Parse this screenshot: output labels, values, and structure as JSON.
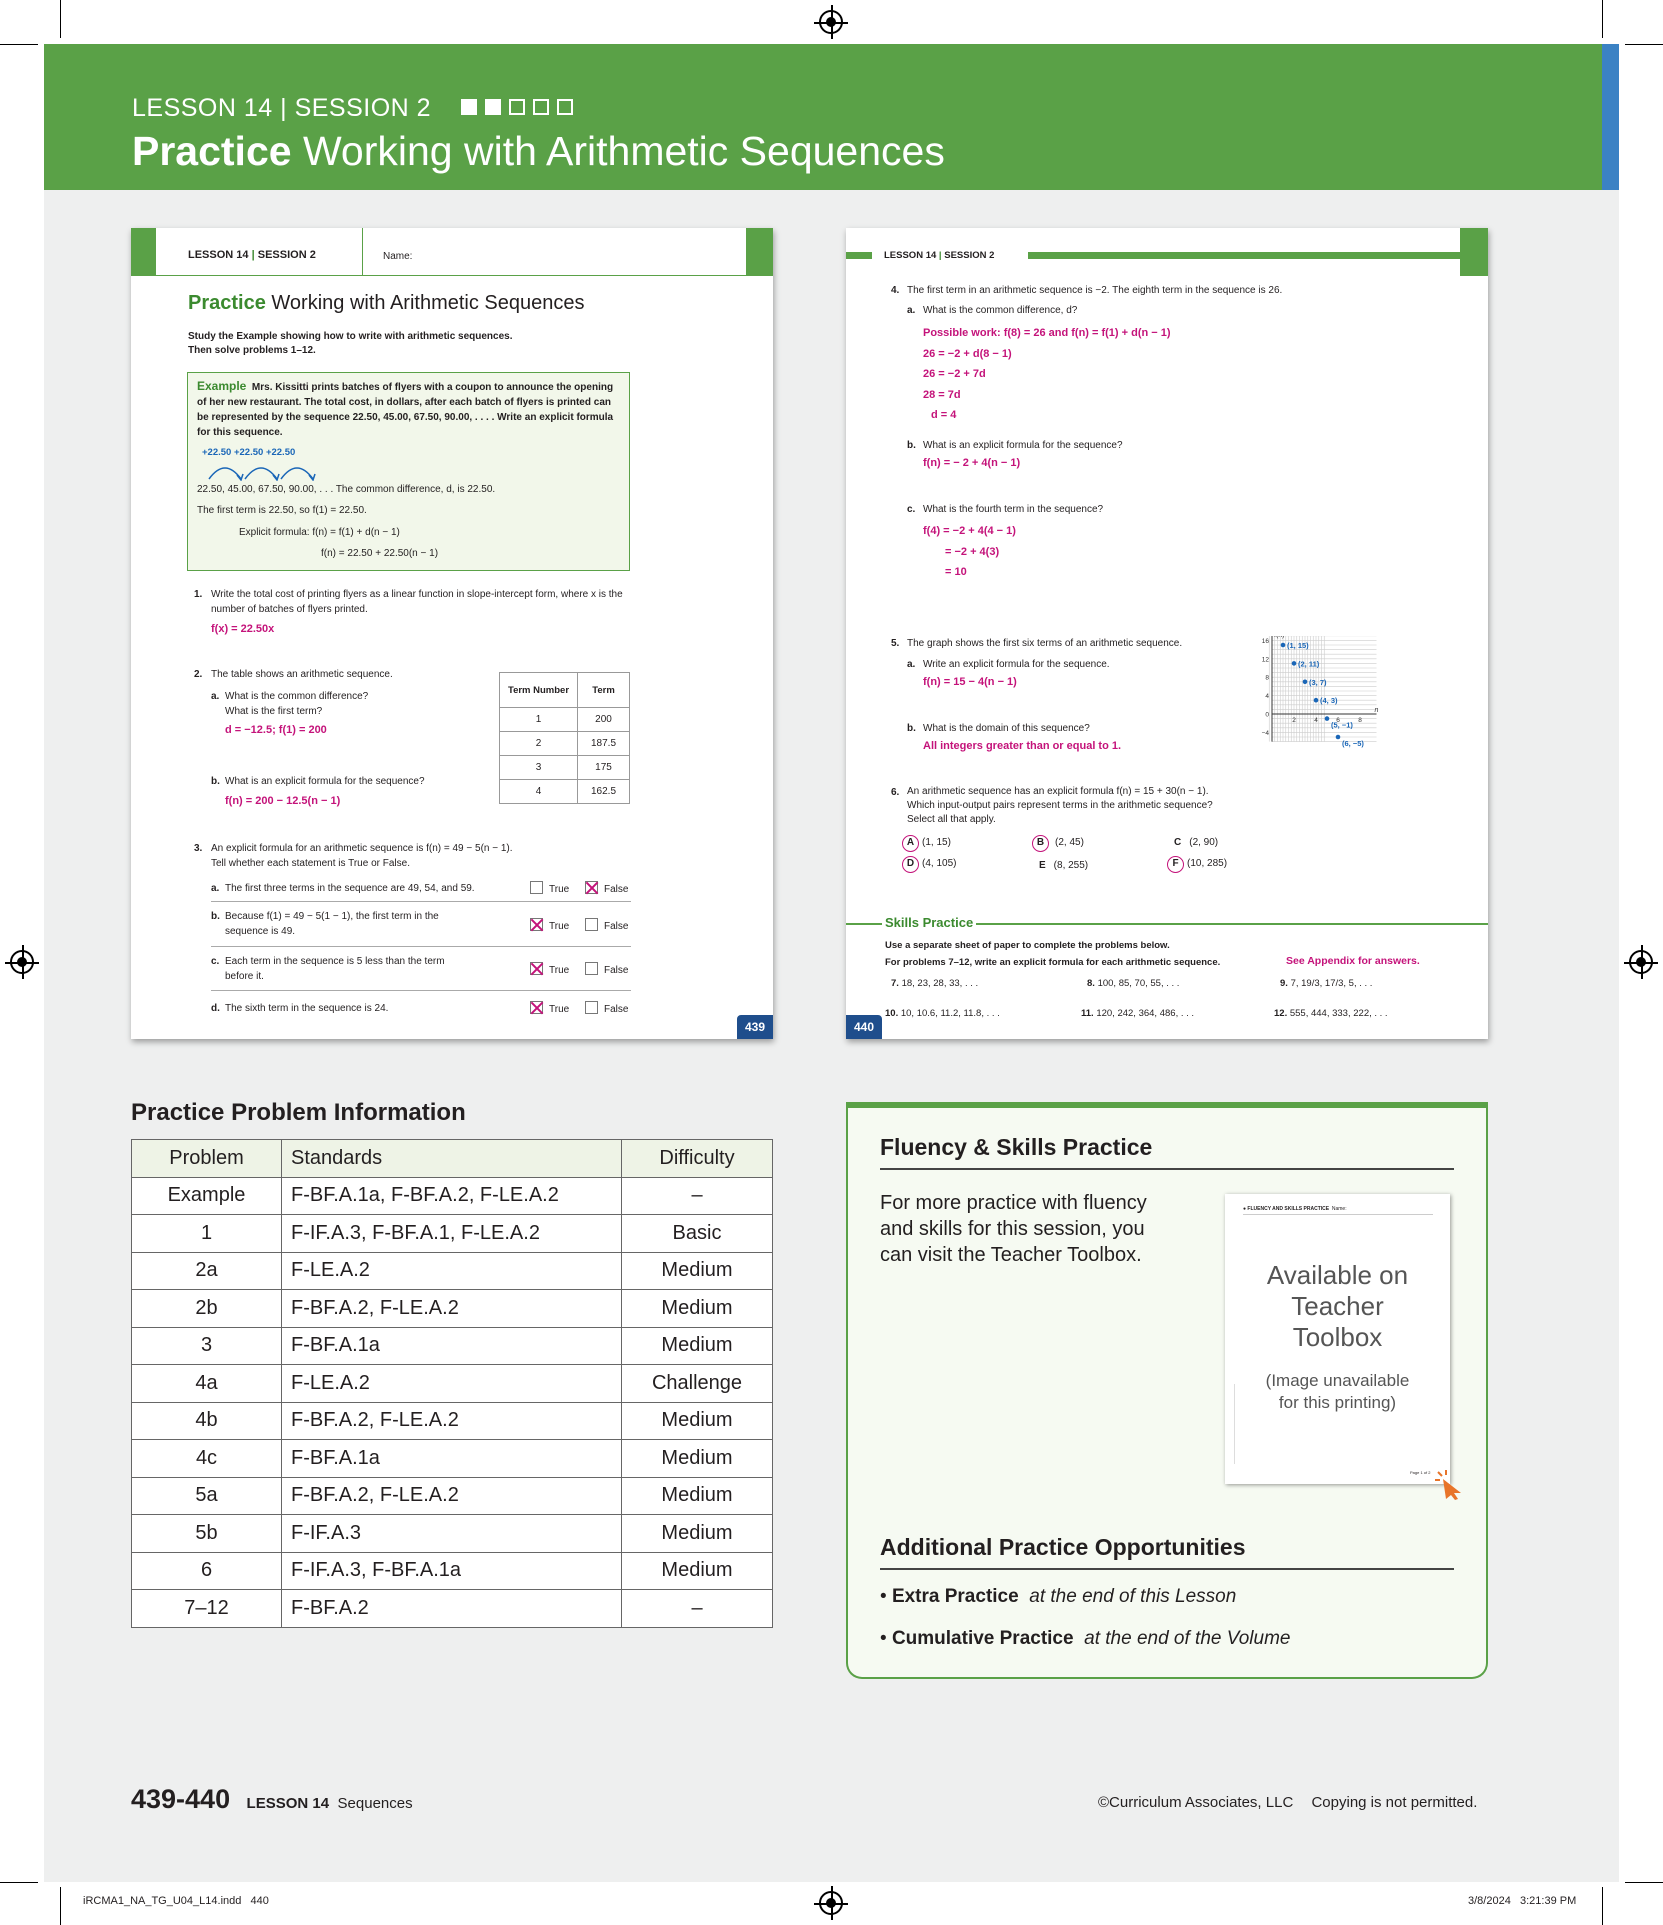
{
  "banner": {
    "lesson": "LESSON 14",
    "session": "SESSION 2",
    "title_bold": "Practice",
    "title_rest": "Working with Arithmetic Sequences"
  },
  "page_left": {
    "header_lesson": "LESSON 14",
    "header_session": "SESSION 2",
    "name_label": "Name:",
    "title_bold": "Practice",
    "title_rest": "Working with Arithmetic Sequences",
    "instructions_line1": "Study the Example showing how to write with arithmetic sequences.",
    "instructions_line2": "Then solve problems 1–12.",
    "example_label": "Example",
    "example_text": "Mrs. Kissitti prints batches of flyers with a coupon to announce the opening of her new restaurant. The total cost, in dollars, after each batch of flyers is printed can be represented by the sequence 22.50, 45.00, 67.50, 90.00, . . . . Write an explicit formula for this sequence.",
    "example_diffs": [
      "+22.50",
      "+22.50",
      "+22.50"
    ],
    "example_sequence": "22.50,  45.00,  67.50,  90.00, . . .  The common difference, d, is 22.50.",
    "example_first": "The first term is 22.50, so f(1) = 22.50.",
    "example_formula1": "Explicit formula: f(n) = f(1) + d(n − 1)",
    "example_formula2": "f(n) = 22.50 + 22.50(n − 1)",
    "p1_num": "1.",
    "p1_text": "Write the total cost of printing flyers as a linear function in slope-intercept form, where x is the number of batches of flyers printed.",
    "p1_answer": "f(x) = 22.50x",
    "p2_num": "2.",
    "p2_text": "The table shows an arithmetic sequence.",
    "p2a_label": "a.",
    "p2a_q1": "What is the common difference?",
    "p2a_q2": "What is the first term?",
    "p2a_answer": "d = −12.5; f(1) = 200",
    "p2b_label": "b.",
    "p2b_q": "What is an explicit formula for the sequence?",
    "p2b_answer": "f(n) = 200 − 12.5(n − 1)",
    "p2_table_headers": [
      "Term Number",
      "Term"
    ],
    "p2_table_rows": [
      [
        "1",
        "200"
      ],
      [
        "2",
        "187.5"
      ],
      [
        "3",
        "175"
      ],
      [
        "4",
        "162.5"
      ]
    ],
    "p3_num": "3.",
    "p3_text1": "An explicit formula for an arithmetic sequence is f(n) = 49 − 5(n − 1).",
    "p3_text2": "Tell whether each statement is True or False.",
    "p3_items": [
      {
        "label": "a.",
        "text": "The first three terms in the sequence are 49, 54, and 59.",
        "choice": "False"
      },
      {
        "label": "b.",
        "text": "Because f(1) = 49 − 5(1 − 1), the first term in the sequence is 49.",
        "choice": "True"
      },
      {
        "label": "c.",
        "text": "Each term in the sequence is 5 less than the term before it.",
        "choice": "True"
      },
      {
        "label": "d.",
        "text": "The sixth term in the sequence is 24.",
        "choice": "True"
      }
    ],
    "true_label": "True",
    "false_label": "False",
    "page_number": "439"
  },
  "page_right": {
    "header_lesson": "LESSON 14",
    "header_session": "SESSION 2",
    "p4_num": "4.",
    "p4_text": "The first term in an arithmetic sequence is −2. The eighth term in the sequence is 26.",
    "p4a_label": "a.",
    "p4a_q": "What is the common difference, d?",
    "p4a_work": [
      "Possible work: f(8) = 26 and f(n) = f(1) + d(n − 1)",
      "26 = −2 + d(8 − 1)",
      "26 = −2 + 7d",
      "28 = 7d",
      "d = 4"
    ],
    "p4b_label": "b.",
    "p4b_q": "What is an explicit formula for the sequence?",
    "p4b_answer": "f(n) = − 2 + 4(n − 1)",
    "p4c_label": "c.",
    "p4c_q": "What is the fourth term in the sequence?",
    "p4c_work": [
      "f(4) = −2 + 4(4 − 1)",
      "= −2 + 4(3)",
      "= 10"
    ],
    "p5_num": "5.",
    "p5_text": "The graph shows the first six terms of an arithmetic sequence.",
    "p5a_label": "a.",
    "p5a_q": "Write an explicit formula for the sequence.",
    "p5a_answer": "f(n) = 15 − 4(n − 1)",
    "p5b_label": "b.",
    "p5b_q": "What is the domain of this sequence?",
    "p5b_answer": "All integers greater than or equal to 1.",
    "graph": {
      "y_label": "f(n)",
      "x_label": "n",
      "y_ticks": [
        "16",
        "12",
        "8",
        "4",
        "0",
        "−4"
      ],
      "x_ticks": [
        "2",
        "4",
        "6",
        "8"
      ],
      "points": [
        {
          "x": 1,
          "y": 15,
          "label": "(1, 15)"
        },
        {
          "x": 2,
          "y": 11,
          "label": "(2, 11)"
        },
        {
          "x": 3,
          "y": 7,
          "label": "(3, 7)"
        },
        {
          "x": 4,
          "y": 3,
          "label": "(4, 3)"
        },
        {
          "x": 5,
          "y": -1,
          "label": "(5, −1)"
        },
        {
          "x": 6,
          "y": -5,
          "label": "(6, −5)"
        }
      ]
    },
    "p6_num": "6.",
    "p6_text1": "An arithmetic sequence has an explicit formula f(n) = 15 + 30(n − 1).",
    "p6_text2": "Which input-output pairs represent terms in the arithmetic sequence?",
    "p6_text3": "Select all that apply.",
    "p6_options": [
      {
        "letter": "A",
        "value": "(1, 15)",
        "selected": true
      },
      {
        "letter": "B",
        "value": "(2, 45)",
        "selected": true
      },
      {
        "letter": "C",
        "value": "(2, 90)",
        "selected": false
      },
      {
        "letter": "D",
        "value": "(4, 105)",
        "selected": true
      },
      {
        "letter": "E",
        "value": "(8, 255)",
        "selected": false
      },
      {
        "letter": "F",
        "value": "(10, 285)",
        "selected": true
      }
    ],
    "skills_title": "Skills Practice",
    "skills_line1": "Use a separate sheet of paper to complete the problems below.",
    "skills_line2": "For problems 7–12, write an explicit formula for each arithmetic sequence.",
    "skills_appendix": "See Appendix for answers.",
    "skills_problems": [
      {
        "num": "7.",
        "seq": "18, 23, 28, 33, . . ."
      },
      {
        "num": "8.",
        "seq": "100, 85, 70, 55, . . ."
      },
      {
        "num": "9.",
        "seq": "7, 19/3, 17/3, 5, . . ."
      },
      {
        "num": "10.",
        "seq": "10, 10.6, 11.2, 11.8, . . ."
      },
      {
        "num": "11.",
        "seq": "120, 242, 364, 486, . . ."
      },
      {
        "num": "12.",
        "seq": "555, 444, 333, 222, . . ."
      }
    ],
    "page_number": "440"
  },
  "ppi": {
    "title": "Practice Problem Information",
    "headers": [
      "Problem",
      "Standards",
      "Difficulty"
    ],
    "rows": [
      [
        "Example",
        "F-BF.A.1a, F-BF.A.2, F-LE.A.2",
        "–"
      ],
      [
        "1",
        "F-IF.A.3, F-BF.A.1, F-LE.A.2",
        "Basic"
      ],
      [
        "2a",
        "F-LE.A.2",
        "Medium"
      ],
      [
        "2b",
        "F-BF.A.2, F-LE.A.2",
        "Medium"
      ],
      [
        "3",
        "F-BF.A.1a",
        "Medium"
      ],
      [
        "4a",
        "F-LE.A.2",
        "Challenge"
      ],
      [
        "4b",
        "F-BF.A.2, F-LE.A.2",
        "Medium"
      ],
      [
        "4c",
        "F-BF.A.1a",
        "Medium"
      ],
      [
        "5a",
        "F-BF.A.2, F-LE.A.2",
        "Medium"
      ],
      [
        "5b",
        "F-IF.A.3",
        "Medium"
      ],
      [
        "6",
        "F-IF.A.3, F-BF.A.1a",
        "Medium"
      ],
      [
        "7–12",
        "F-BF.A.2",
        "–"
      ]
    ]
  },
  "fluency": {
    "title": "Fluency & Skills Practice",
    "text": "For more practice with fluency and skills for this session, you can visit the Teacher Toolbox.",
    "thumb_header": "FLUENCY AND SKILLS PRACTICE",
    "thumb_name": "Name:",
    "thumb_available": "Available on Teacher Toolbox",
    "thumb_unavailable": "(Image unavailable for this printing)",
    "thumb_page": "Page 1 of 2",
    "additional_title": "Additional Practice Opportunities",
    "bullets": [
      {
        "bold": "Extra Practice",
        "italic": "at the end of this Lesson"
      },
      {
        "bold": "Cumulative Practice",
        "italic": "at the end of the Volume"
      }
    ]
  },
  "footer": {
    "pages": "439-440",
    "lesson": "LESSON 14",
    "topic": "Sequences",
    "copyright": "©Curriculum Associates, LLC",
    "notice": "Copying is not permitted."
  },
  "slug": {
    "file": "iRCMA1_NA_TG_U04_L14.indd   440",
    "date": "3/8/2024   3:21:39 PM"
  },
  "colors": {
    "green": "#5aa147",
    "blue": "#3b82c4",
    "magenta": "#c4137a",
    "navy": "#1f4e8c"
  }
}
